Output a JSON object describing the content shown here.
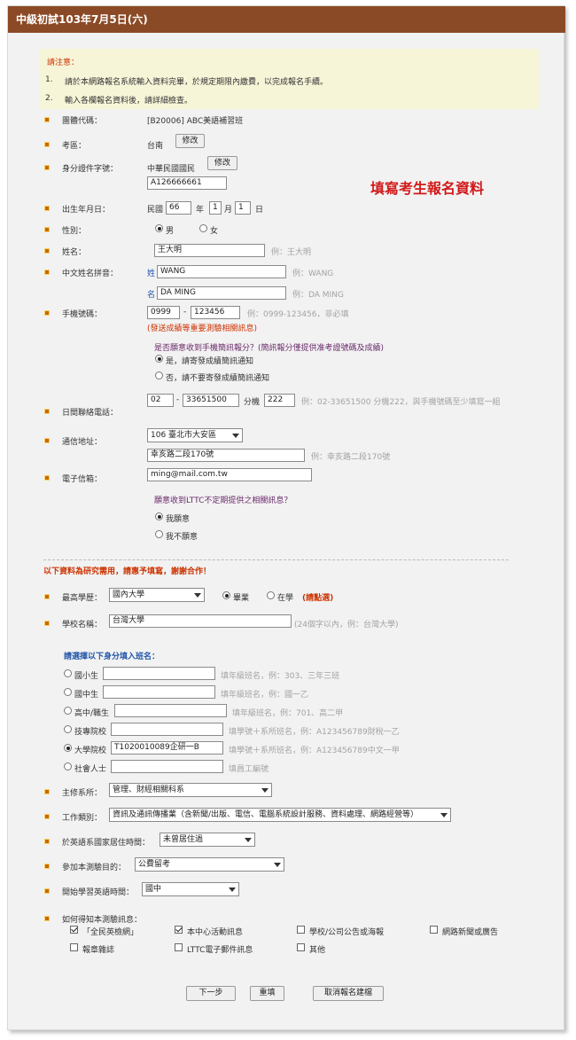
{
  "header": {
    "title": "中級初試103年7月5日(六)"
  },
  "notice": {
    "title": "請注意：",
    "items": [
      {
        "num": "1.",
        "text": "請於本網路報名系統輸入資料完畢，於規定期限內繳費，以完成報名手續。"
      },
      {
        "num": "2.",
        "text": "輸入各欄報名資料後，請詳細檢查。"
      }
    ]
  },
  "side_heading": "填寫考生報名資料",
  "fields": {
    "group_code": {
      "label": "團體代碼：",
      "value": "[B20006] ABC美語補習班"
    },
    "region": {
      "label": "考區：",
      "value": "台南",
      "button": "修改"
    },
    "id_type": {
      "label": "身分證件字號：",
      "value": "中華民國國民",
      "button": "修改",
      "id_number": "A126666661"
    },
    "birth": {
      "label": "出生年月日：",
      "era": "民國",
      "year": "66",
      "year_unit": "年",
      "month": "1",
      "month_unit": "月",
      "day": "1",
      "day_unit": "日"
    },
    "gender": {
      "label": "性別：",
      "male": "男",
      "female": "女",
      "selected": "male"
    },
    "name": {
      "label": "姓名：",
      "value": "王大明",
      "hint": "例：王大明"
    },
    "pinyin": {
      "label": "中文姓名拼音：",
      "surname_prefix": "姓",
      "surname": "WANG",
      "surname_hint": "例：WANG",
      "given_prefix": "名",
      "given": "DA MING",
      "given_hint": "例：DA MING"
    },
    "mobile": {
      "label": "手機號碼：",
      "part1": "0999",
      "dash": "-",
      "part2": "123456",
      "hint": "例：0999-123456，非必填",
      "note": "(發送成績等重要測驗相關訊息)",
      "question": "是否願意收到手機簡訊報分？(簡訊報分僅提供准考證號碼及成績)",
      "opt_yes": "是，請寄發成績簡訊通知",
      "opt_no": "否，請不要寄發成績簡訊通知",
      "selected": "yes"
    },
    "day_phone": {
      "label": "日間聯絡電話：",
      "area": "02",
      "dash": "-",
      "number": "33651500",
      "ext_label": "分機",
      "ext": "222",
      "hint": "例：02-33651500 分機222，與手機號碼至少填寫一組"
    },
    "address": {
      "label": "通信地址：",
      "city": "106 臺北市大安區",
      "street": "幸亥路二段170號",
      "hint": "例：幸亥路二段170號"
    },
    "email": {
      "label": "電子信箱：",
      "value": "ming@mail.com.tw",
      "question": "願意收到LTTC不定期提供之相關訊息？",
      "opt_yes": "我願意",
      "opt_no": "我不願意",
      "selected": "yes"
    }
  },
  "research": {
    "heading": "以下資料為研究需用，請惠予填寫，謝謝合作！",
    "education": {
      "label": "最高學歷：",
      "value": "國內大學",
      "graduated": "畢業",
      "studying": "在學",
      "note": "(請點選)",
      "selected": "graduated"
    },
    "school": {
      "label": "學校名稱：",
      "value": "台灣大學",
      "hint": "(24個字以內，例：台灣大學)"
    },
    "identity": {
      "heading": "請選擇以下身分填入班名：",
      "options": [
        {
          "label": "國小生",
          "value": "",
          "hint": "填年級班名，例：303、三年三班"
        },
        {
          "label": "國中生",
          "value": "",
          "hint": "填年級班名，例：國一乙"
        },
        {
          "label": "高中/職生",
          "value": "",
          "hint": "填年級班名，例：701、高二甲"
        },
        {
          "label": "技專院校",
          "value": "",
          "hint": "填學號＋系所班名，例：A123456789財稅一乙"
        },
        {
          "label": "大學院校",
          "value": "T1020010089企研一B",
          "hint": "填學號＋系所班名，例：A123456789中文一甲"
        },
        {
          "label": "社會人士",
          "value": "",
          "hint": "填員工編號"
        }
      ],
      "selected": 4
    },
    "major": {
      "label": "主修系所：",
      "value": "管理、財經相關科系"
    },
    "job": {
      "label": "工作類別：",
      "value": "資訊及通訊傳播業（含新聞/出版、電信、電腦系統設計服務、資料處理、網路經營等）"
    },
    "abroad": {
      "label": "於英語系國家居住時間：",
      "value": "未曾居住過"
    },
    "purpose": {
      "label": "參加本測驗目的：",
      "value": "公費留考"
    },
    "start_time": {
      "label": "開始學習英語時間：",
      "value": "國中"
    },
    "source": {
      "label": "如何得知本測驗訊息：",
      "options": [
        {
          "label": "「全民英檢網」",
          "checked": true
        },
        {
          "label": "本中心活動訊息",
          "checked": true
        },
        {
          "label": "學校/公司公告或海報",
          "checked": false
        },
        {
          "label": "網路新聞或廣告",
          "checked": false
        },
        {
          "label": "報章雜誌",
          "checked": false
        },
        {
          "label": "LTTC電子郵件訊息",
          "checked": false
        },
        {
          "label": "其他",
          "checked": false
        }
      ]
    }
  },
  "actions": {
    "next": "下一步",
    "reset": "重填",
    "cancel": "取消報名建檔"
  }
}
